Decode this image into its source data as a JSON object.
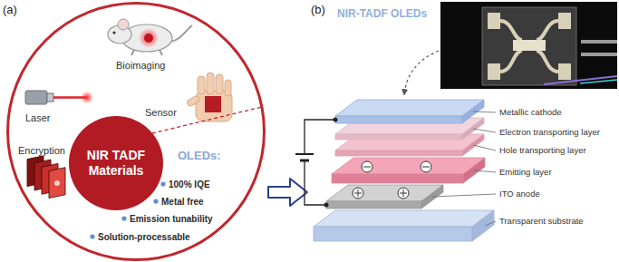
{
  "diagram": {
    "nodes": [
      {
        "text": [
          "Bioimaging",
          "Sensor",
          "Laser",
          "Encryption",
          "OLEDs:",
          "100% IQE",
          "Metal free",
          "Emission tunability",
          "Solution-processable"
        ]
      },
      {
        "text": [
          "NIR TADF Materials"
        ],
        "in": 0
      }
    ],
    "labels": [
      "(a)",
      "(b)",
      "NIR-TADF OLEDs",
      "Metallic cathode",
      "Electron transporting layer",
      "Hole transporting layer",
      "Emitting layer",
      "ITO anode",
      "Transparent substrate"
    ]
  }
}
